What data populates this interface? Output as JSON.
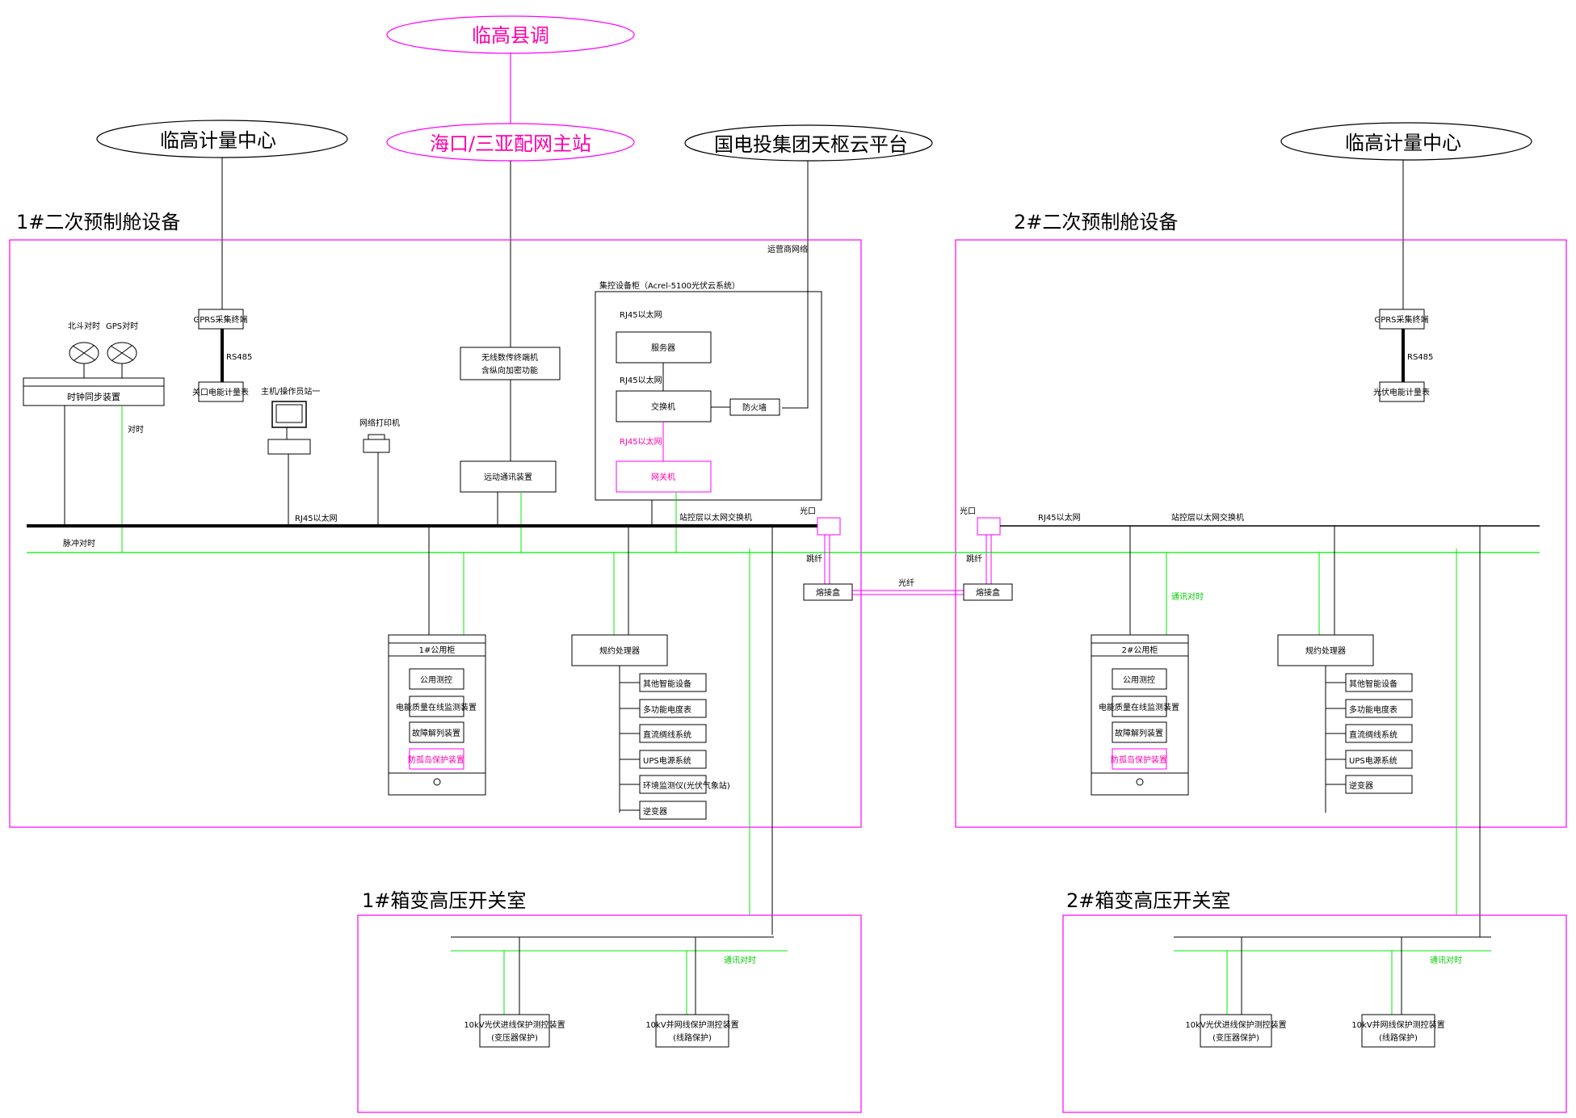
{
  "top_nodes": {
    "county": "临高县调",
    "master": "海口/三亚配网主站",
    "cloud": "国电投集团天枢云平台",
    "metering_left": "临高计量中心",
    "metering_right": "临高计量中心"
  },
  "cabin1": {
    "title": "1#二次预制舱设备",
    "operator_net": "运营商网络",
    "beidou": "北斗对时",
    "gps": "GPS对时",
    "clock_sync": "时钟同步装置",
    "pulse_sync": "对时",
    "pulse_line": "脉冲对时",
    "gprs": "GPRS采集终端",
    "rs485": "RS485",
    "meter": "关口电能计量表",
    "host": "主机/操作员站一",
    "printer": "网络打印机",
    "wireless": [
      "无线数传终端机",
      "含纵向加密功能"
    ],
    "telecontrol": "远动通讯装置",
    "rj45_bus": "RJ45以太网",
    "station_switch": "站控层以太网交换机",
    "optical_port": "光口",
    "jumper": "跳纤",
    "fusion_box": "熔接盒",
    "cabinet_title": "集控设备柜（Acrel-5100光伏云系统）",
    "cab_rj45_1": "RJ45以太网",
    "server": "服务器",
    "cab_rj45_2": "RJ45以太网",
    "switch": "交换机",
    "firewall": "防火墙",
    "cab_rj45_3": "RJ45以太网",
    "gateway": "网关机",
    "public_cabinet": "1#公用柜",
    "public_items": [
      "公用测控",
      "电能质量在线监测装置",
      "故障解列装置",
      "防孤岛保护装置"
    ],
    "protocol": "规约处理器",
    "protocol_items": [
      "其他智能设备",
      "多功能电度表",
      "直流绸线系统",
      "UPS电源系统",
      "环境监测仪(光伏气象站)",
      "逆变器"
    ]
  },
  "fiber_label": "光纤",
  "cabin2": {
    "title": "2#二次预制舱设备",
    "gprs": "GPRS采集终端",
    "rs485": "RS485",
    "meter": "光伏电能计量表",
    "optical_port": "光口",
    "rj45_bus": "RJ45以太网",
    "station_switch": "站控层以太网交换机",
    "jumper": "跳纤",
    "fusion_box": "熔接盒",
    "comm_sync": "通讯对时",
    "public_cabinet": "2#公用柜",
    "public_items": [
      "公用测控",
      "电能质量在线监测装置",
      "故障解列装置",
      "防孤岛保护装置"
    ],
    "protocol": "规约处理器",
    "protocol_items": [
      "其他智能设备",
      "多功能电度表",
      "直流绸线系统",
      "UPS电源系统",
      "逆变器"
    ]
  },
  "switch_room1": {
    "title": "1#箱变高压开关室",
    "comm_sync": "通讯对时",
    "dev1": [
      "10kV光伏进线保护测控装置",
      "(变压器保护)"
    ],
    "dev2": [
      "10kV并网线保护测控装置",
      "(线路保护)"
    ]
  },
  "switch_room2": {
    "title": "2#箱变高压开关室",
    "comm_sync": "通讯对时",
    "dev1": [
      "10kV光伏进线保护测控装置",
      "(变压器保护)"
    ],
    "dev2": [
      "10kV并网线保护测控装置",
      "(线路保护)"
    ]
  },
  "colors": {
    "pink": "#ff00ff",
    "green": "#00ee00",
    "black": "#000000"
  }
}
